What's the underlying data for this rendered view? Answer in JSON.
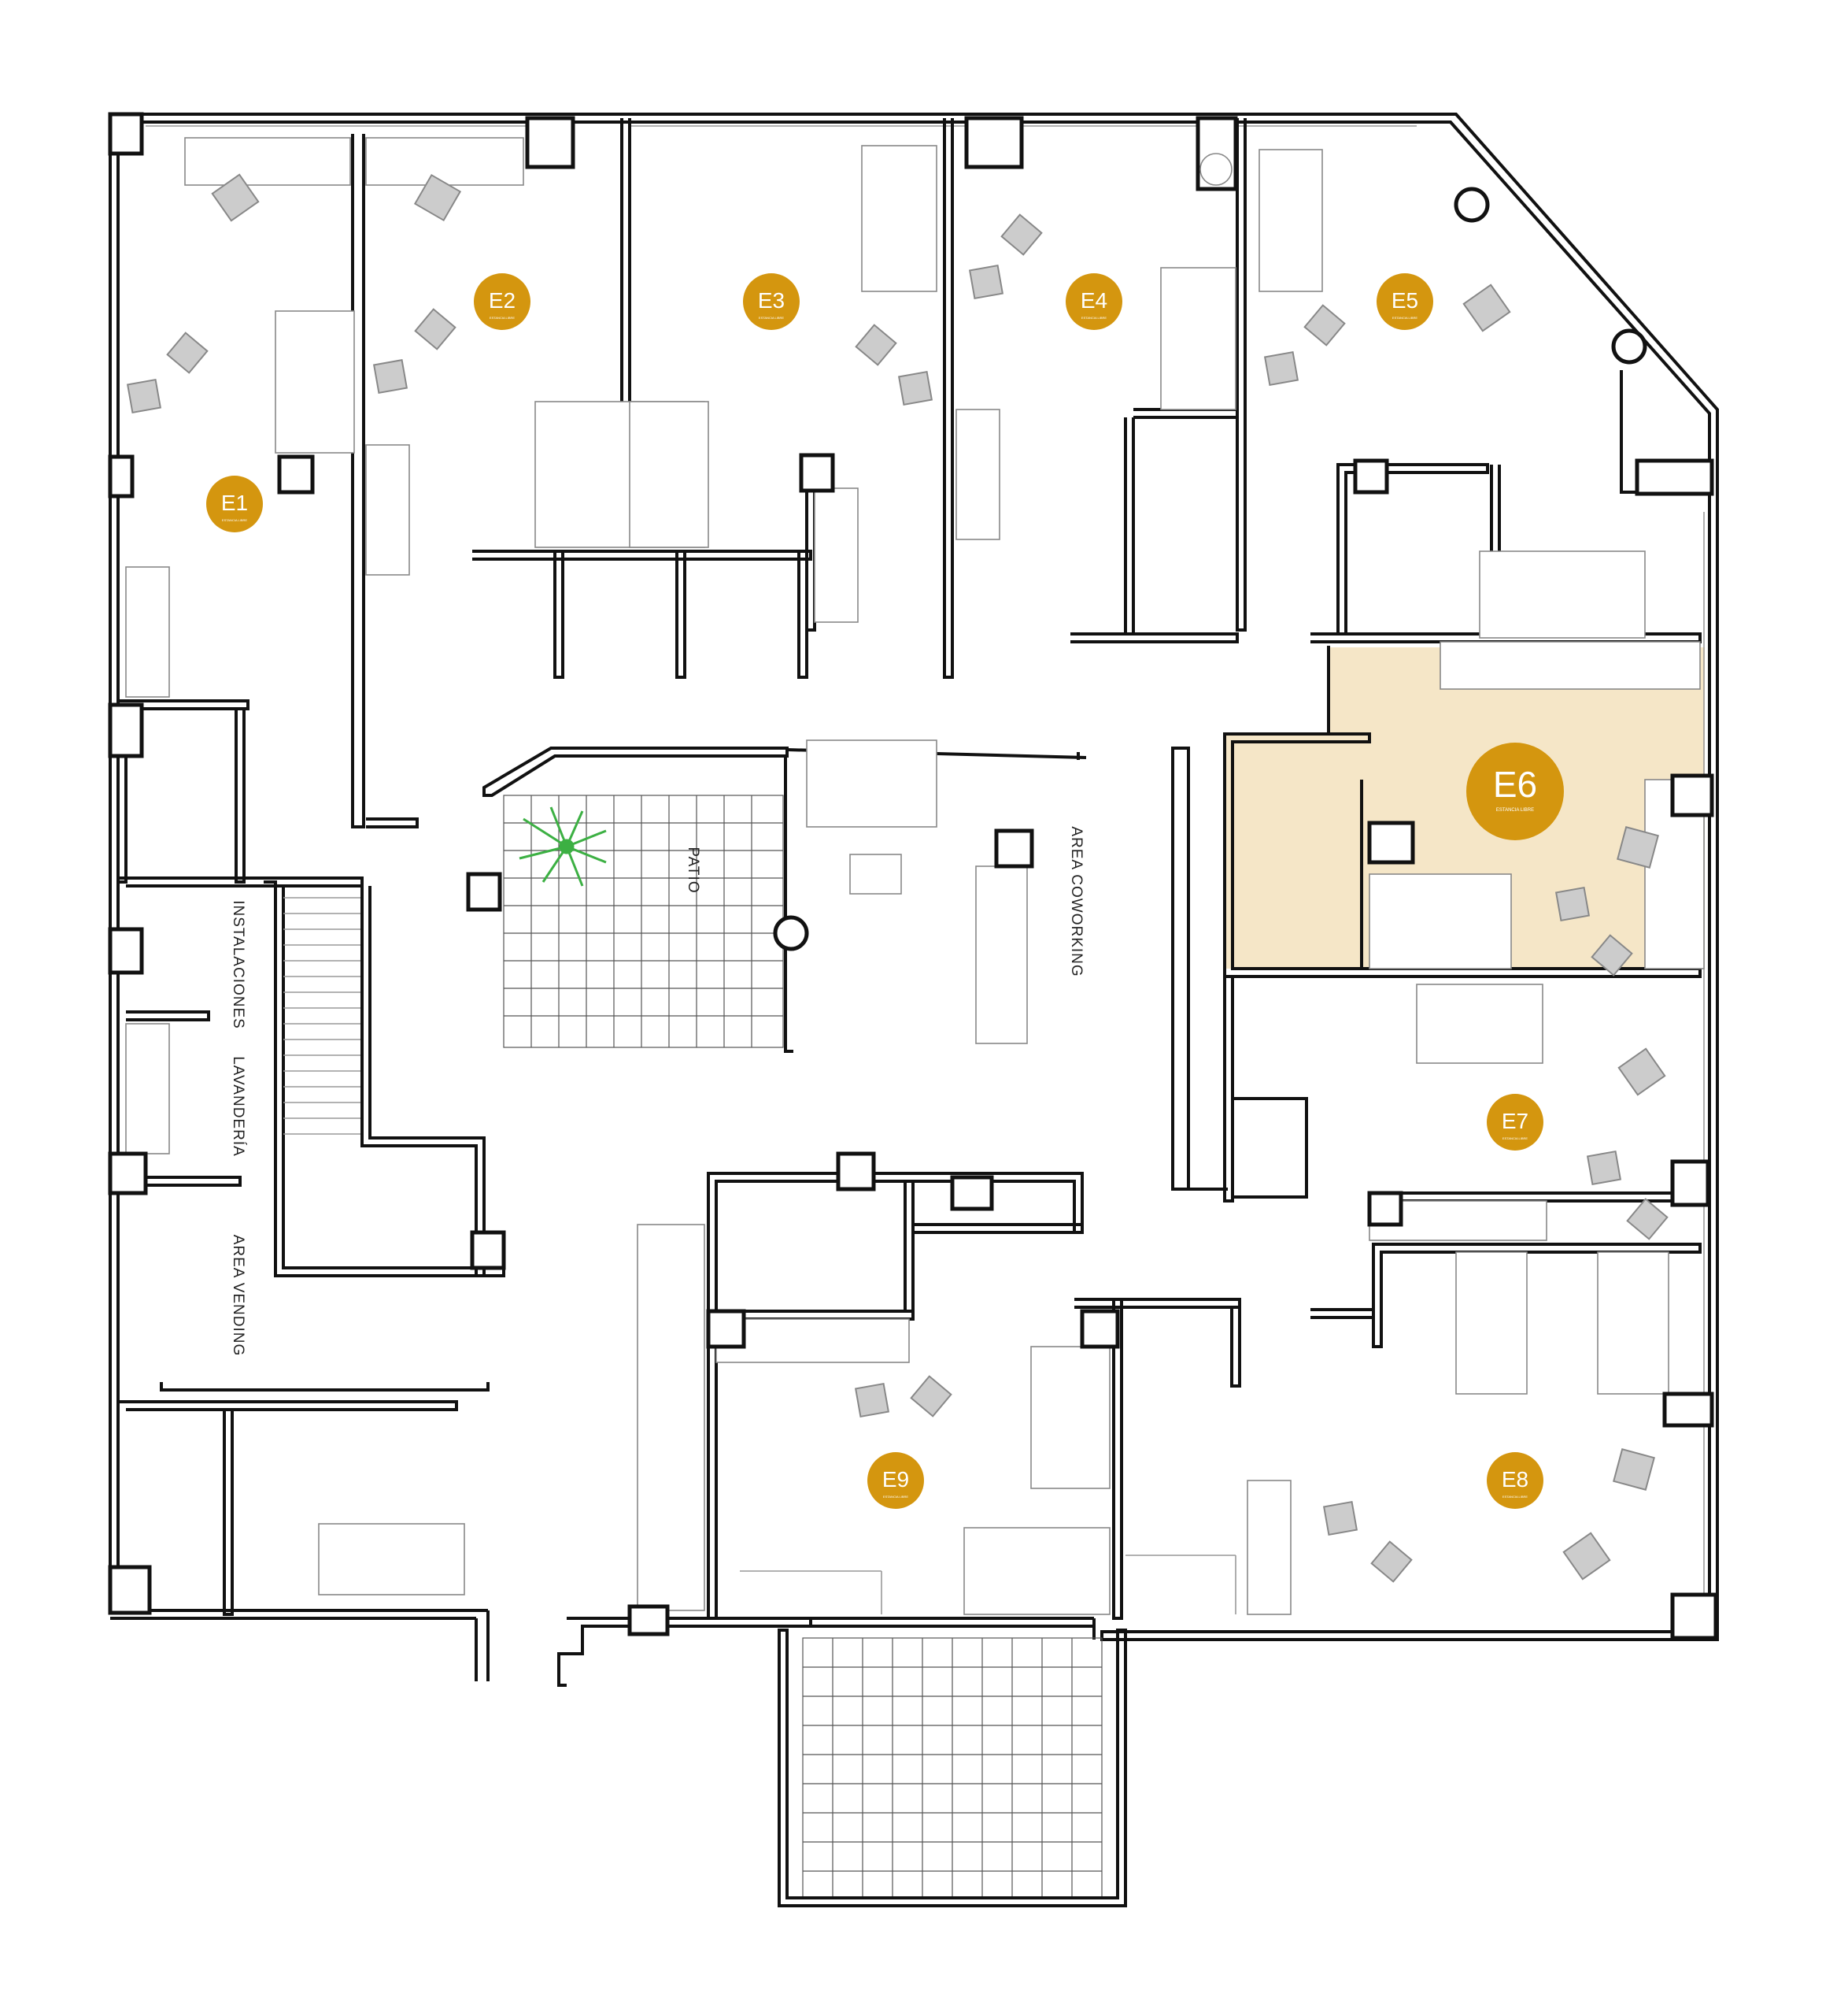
{
  "units": [
    {
      "id": "E1",
      "sub": "ESTANCIA LIBRE",
      "highlighted": false
    },
    {
      "id": "E2",
      "sub": "ESTANCIA LIBRE",
      "highlighted": false
    },
    {
      "id": "E3",
      "sub": "ESTANCIA LIBRE",
      "highlighted": false
    },
    {
      "id": "E4",
      "sub": "ESTANCIA LIBRE",
      "highlighted": false
    },
    {
      "id": "E5",
      "sub": "ESTANCIA LIBRE",
      "highlighted": false
    },
    {
      "id": "E6",
      "sub": "ESTANCIA LIBRE",
      "highlighted": true
    },
    {
      "id": "E7",
      "sub": "ESTANCIA LIBRE",
      "highlighted": false
    },
    {
      "id": "E8",
      "sub": "ESTANCIA LIBRE",
      "highlighted": false
    },
    {
      "id": "E9",
      "sub": "ESTANCIA LIBRE",
      "highlighted": false
    }
  ],
  "areas": {
    "patio": "PATIO",
    "coworking": "AREA COWORKING",
    "instalaciones": "INSTALACIONES",
    "lavanderia": "LAVANDERÍA",
    "vending": "AREA VENDING"
  },
  "colors": {
    "badge": "#d4960f",
    "highlight_fill": "#f5e6c7",
    "wall": "#111111",
    "plant": "#3cb043"
  }
}
